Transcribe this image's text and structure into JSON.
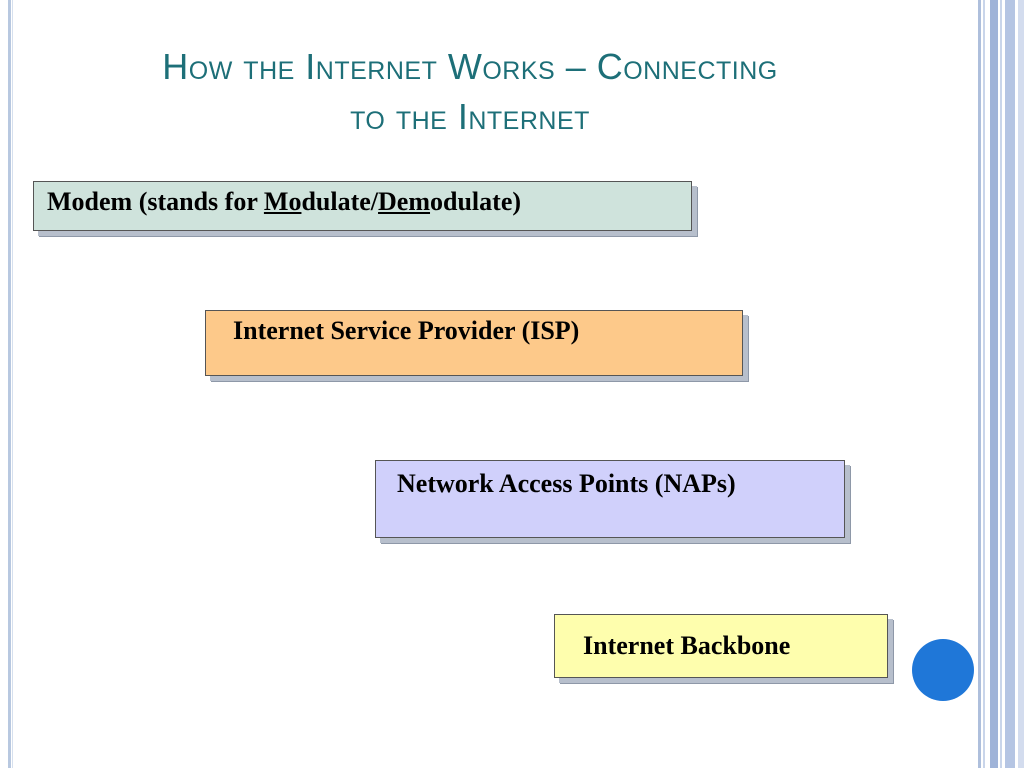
{
  "slide": {
    "title_line1": "How the Internet Works – Connecting",
    "title_line2": "to the Internet"
  },
  "boxes": {
    "modem": {
      "prefix": "Modem (stands for ",
      "u1": "Mo",
      "mid1": "dulate/",
      "u2": "Dem",
      "mid2": "odulate",
      "suffix": ")",
      "fill_color": "#cfe3dc"
    },
    "isp": {
      "label": "Internet Service Provider (ISP)",
      "fill_color": "#fdc98a"
    },
    "nap": {
      "label": "Network Access Points (NAPs)",
      "fill_color": "#d0d0fb"
    },
    "backbone": {
      "label": "Internet Backbone",
      "fill_color": "#fefead"
    }
  },
  "colors": {
    "title": "#1d6f78",
    "accent_dot": "#1f77d8",
    "rail": "#9fb3d8"
  }
}
